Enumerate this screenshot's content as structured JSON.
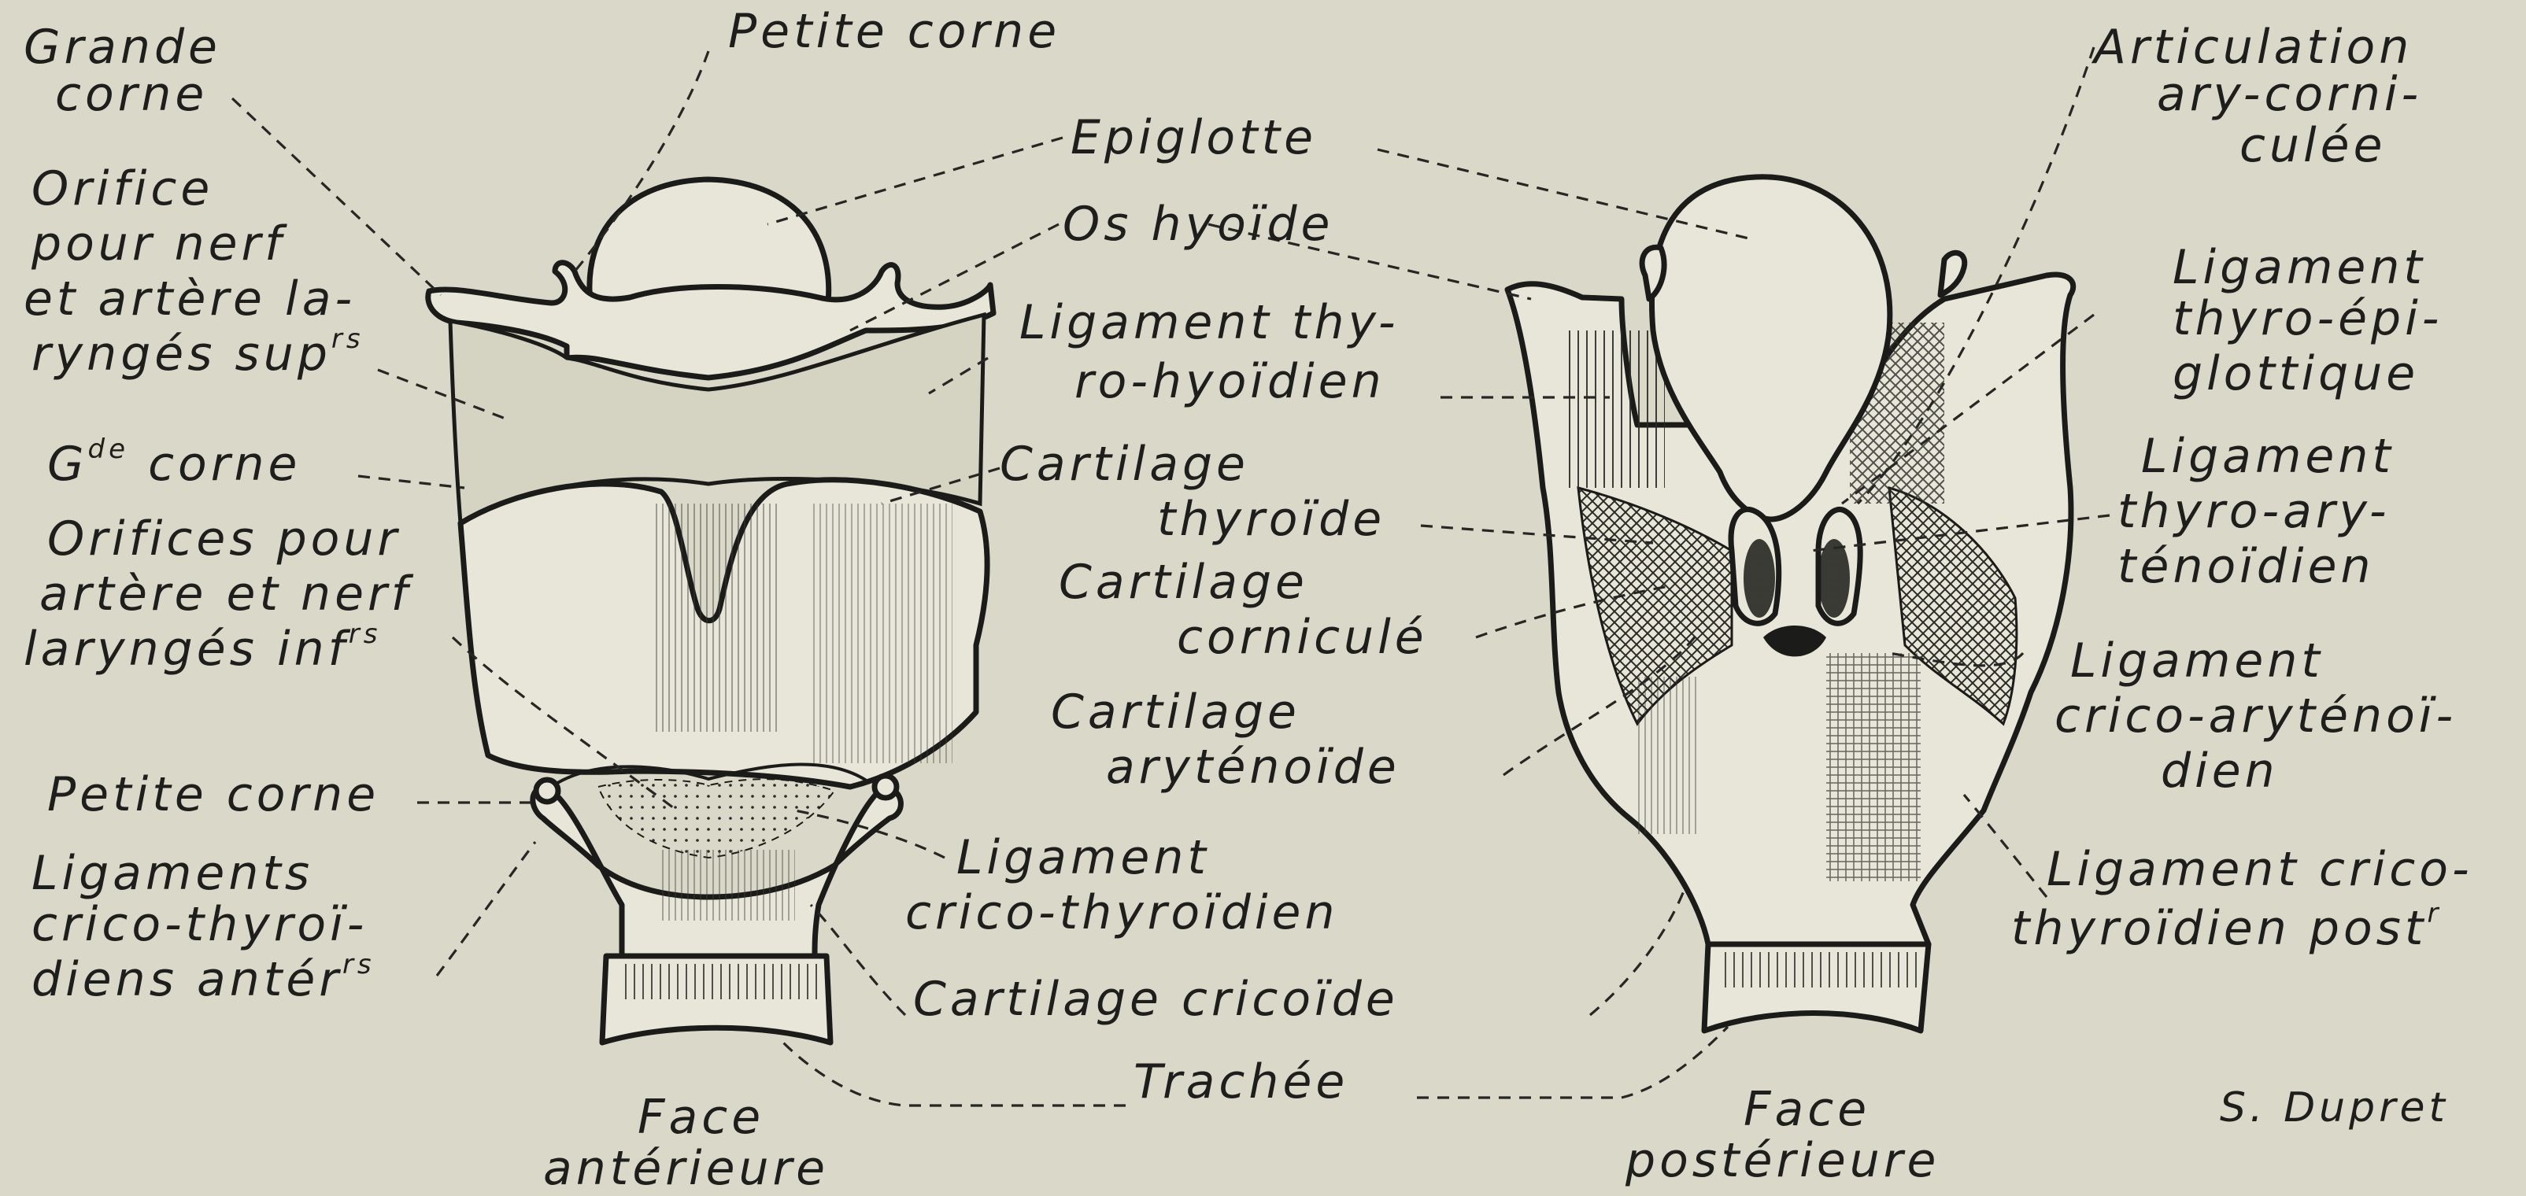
{
  "labels": {
    "grande_corne_1": "Grande",
    "grande_corne_2": "corne",
    "petite_corne_top": "Petite corne",
    "epiglotte": "Epiglotte",
    "articulation_1": "Articulation",
    "articulation_2": "ary-corni-",
    "articulation_3": "culée",
    "orifice_1": "Orifice",
    "orifice_2": "pour nerf",
    "orifice_3": "et artère la-",
    "orifice_4": "ryngés sup",
    "orifice_4_sup": "rs",
    "os_hyoide": "Os hyoïde",
    "lig_thyro_hyoidien_1": "Ligament thy-",
    "lig_thyro_hyoidien_2": "ro-hyoïdien",
    "lig_thyro_epi_1": "Ligament",
    "lig_thyro_epi_2": "thyro-épi-",
    "lig_thyro_epi_3": "glottique",
    "gde_corne": "G",
    "gde_corne_sup": "de",
    "gde_corne_rest": " corne",
    "cart_thyroide_1": "Cartilage",
    "cart_thyroide_2": "thyroïde",
    "orifices_inf_1": "Orifices pour",
    "orifices_inf_2": "artère et nerf",
    "orifices_inf_3": "laryngés inf",
    "orifices_inf_3_sup": "rs",
    "lig_thyro_aryt_1": "Ligament",
    "lig_thyro_aryt_2": "thyro-ary-",
    "lig_thyro_aryt_3": "ténoïdien",
    "cart_cornicule_1": "Cartilage",
    "cart_cornicule_2": "corniculé",
    "lig_crico_aryt_1": "Ligament",
    "lig_crico_aryt_2": "crico-aryténoï-",
    "lig_crico_aryt_3": "dien",
    "cart_arytenoide_1": "Cartilage",
    "cart_arytenoide_2": "aryténoïde",
    "petite_corne_low": "Petite corne",
    "lig_crico_thyroidien_1": "Ligament",
    "lig_crico_thyroidien_2": "crico-thyroïdien",
    "lig_crico_post_1": "Ligament crico-",
    "lig_crico_post_2": "thyroïdien post",
    "lig_crico_post_2_sup": "r",
    "ligaments_anter_1": "Ligaments",
    "ligaments_anter_2": "crico-thyroï-",
    "ligaments_anter_3": "diens antér",
    "ligaments_anter_3_sup": "rs",
    "cart_cricoide": "Cartilage cricoïde",
    "trachee": "Trachée",
    "face_ant_1": "Face",
    "face_ant_2": "antérieure",
    "face_post_1": "Face",
    "face_post_2": "postérieure",
    "signature": "S. Dupret"
  },
  "colors": {
    "paper": "#dad9c9",
    "ink": "#1b1b19",
    "membrane": "#d5d3c2"
  }
}
